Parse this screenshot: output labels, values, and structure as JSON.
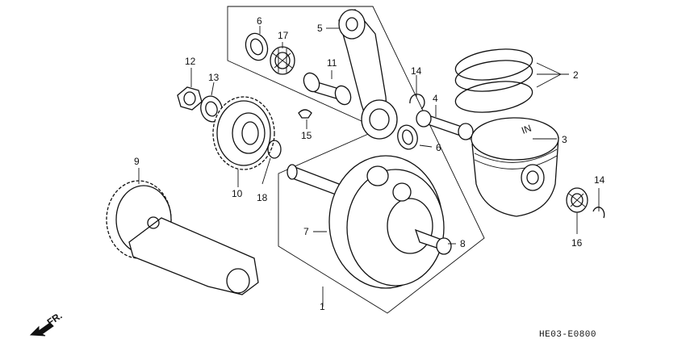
{
  "diagram": {
    "callouts": {
      "c1": "1",
      "c2": "2",
      "c3": "3",
      "c4": "4",
      "c5": "5",
      "c6a": "6",
      "c6b": "6",
      "c7": "7",
      "c8": "8",
      "c9": "9",
      "c10": "10",
      "c11": "11",
      "c12": "12",
      "c13": "13",
      "c14a": "14",
      "c14b": "14",
      "c15": "15",
      "c16": "16",
      "c17": "17",
      "c18": "18"
    },
    "direction_label": "FR.",
    "diagram_code": "HE03-E0800",
    "piston_mark": "IN"
  }
}
